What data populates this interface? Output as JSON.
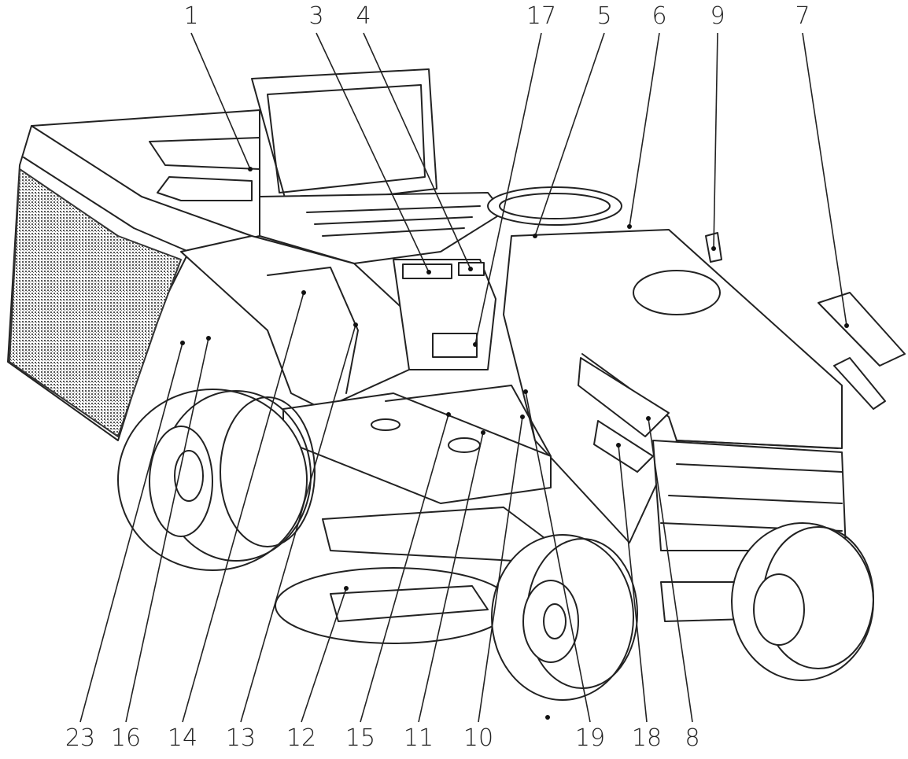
{
  "colors": {
    "ink": "#222222",
    "paper": "#ffffff",
    "grass_bag": "#555555"
  },
  "labels_top": [
    "1",
    "3",
    "4",
    "17",
    "5",
    "6",
    "9",
    "7"
  ],
  "labels_bottom": [
    "23",
    "16",
    "14",
    "13",
    "12",
    "15",
    "11",
    "10",
    "19",
    "18",
    "8"
  ]
}
